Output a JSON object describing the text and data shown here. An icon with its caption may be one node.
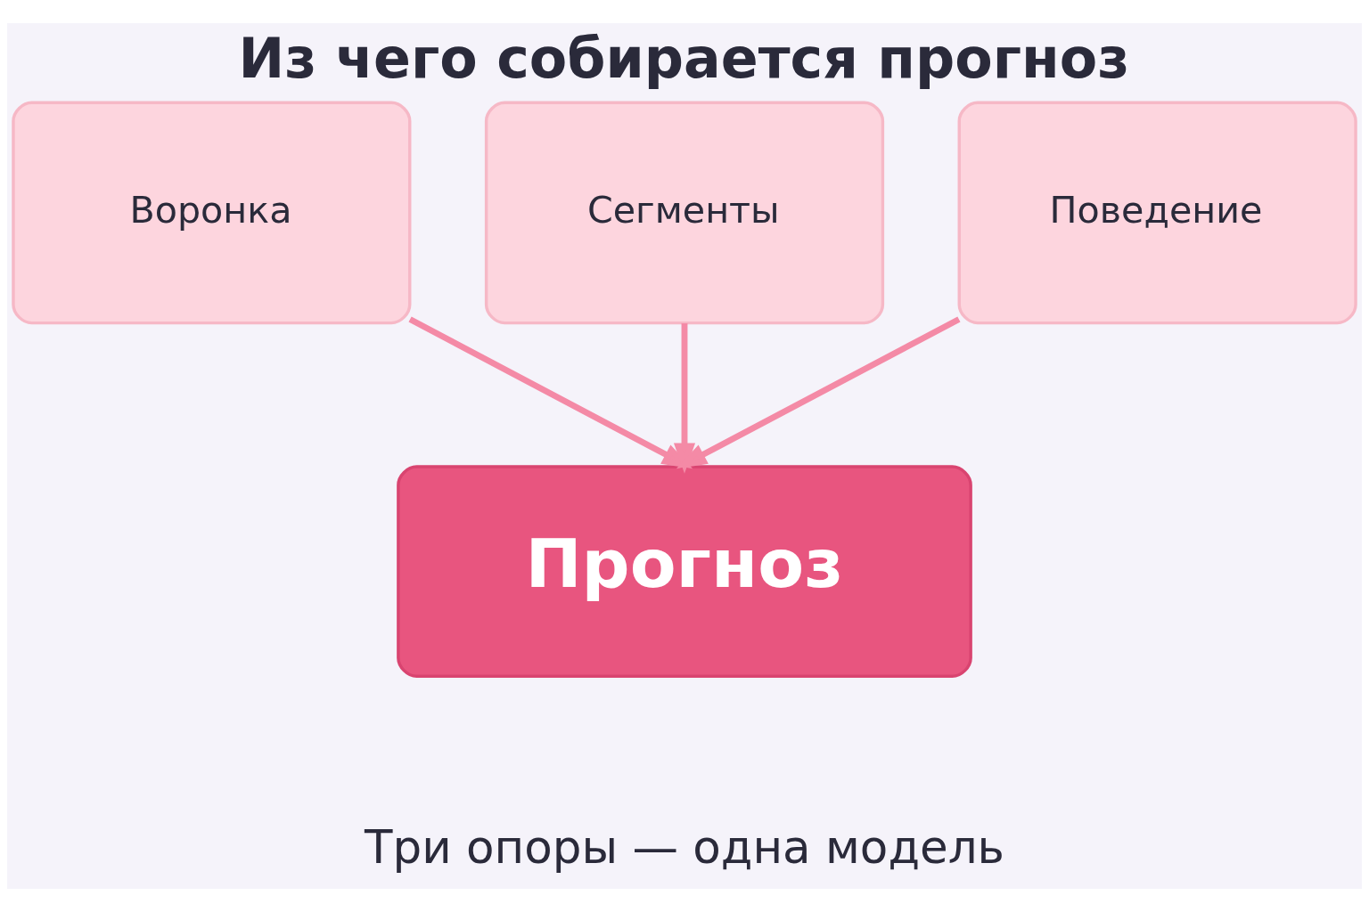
{
  "diagram": {
    "title": "Из чего собирается прогноз",
    "caption": "Три опоры — одна модель",
    "nodes": [
      {
        "text": [
          "Воронка"
        ]
      },
      {
        "text": [
          "Сегменты"
        ]
      },
      {
        "text": [
          "Поведение"
        ]
      },
      {
        "text": [
          "Прогноз"
        ]
      }
    ],
    "edges": [
      {
        "from": 0,
        "to": 3,
        "arrow": "to"
      },
      {
        "from": 1,
        "to": 3,
        "arrow": "to"
      },
      {
        "from": 2,
        "to": 3,
        "arrow": "to"
      }
    ]
  }
}
